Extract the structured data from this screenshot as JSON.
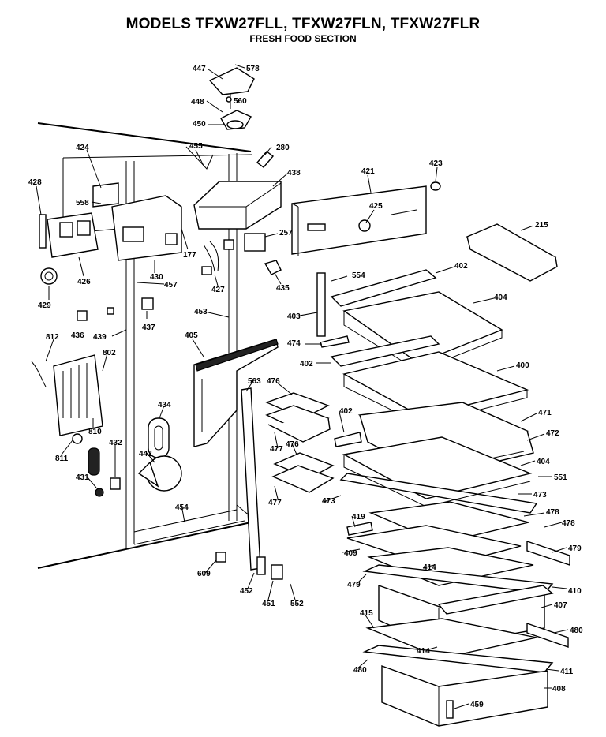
{
  "header": {
    "title": "MODELS TFXW27FLL, TFXW27FLN, TFXW27FLR",
    "subtitle": "FRESH FOOD SECTION"
  },
  "callouts": [
    {
      "id": "c447",
      "label": "447"
    },
    {
      "id": "c578",
      "label": "578"
    },
    {
      "id": "c448",
      "label": "448"
    },
    {
      "id": "c560",
      "label": "560"
    },
    {
      "id": "c450",
      "label": "450"
    },
    {
      "id": "c280",
      "label": "280"
    },
    {
      "id": "c455",
      "label": "455"
    },
    {
      "id": "c424",
      "label": "424"
    },
    {
      "id": "c438",
      "label": "438"
    },
    {
      "id": "c421",
      "label": "421"
    },
    {
      "id": "c423",
      "label": "423"
    },
    {
      "id": "c428",
      "label": "428"
    },
    {
      "id": "c558",
      "label": "558"
    },
    {
      "id": "c425",
      "label": "425"
    },
    {
      "id": "c215",
      "label": "215"
    },
    {
      "id": "c257",
      "label": "257"
    },
    {
      "id": "c177",
      "label": "177"
    },
    {
      "id": "c426",
      "label": "426"
    },
    {
      "id": "c430",
      "label": "430"
    },
    {
      "id": "c427",
      "label": "427"
    },
    {
      "id": "c402a",
      "label": "402"
    },
    {
      "id": "c554",
      "label": "554"
    },
    {
      "id": "c457",
      "label": "457"
    },
    {
      "id": "c435",
      "label": "435"
    },
    {
      "id": "c429",
      "label": "429"
    },
    {
      "id": "c404a",
      "label": "404"
    },
    {
      "id": "c403",
      "label": "403"
    },
    {
      "id": "c453",
      "label": "453"
    },
    {
      "id": "c436",
      "label": "436"
    },
    {
      "id": "c437",
      "label": "437"
    },
    {
      "id": "c439",
      "label": "439"
    },
    {
      "id": "c474",
      "label": "474"
    },
    {
      "id": "c812",
      "label": "812"
    },
    {
      "id": "c405",
      "label": "405"
    },
    {
      "id": "c402b",
      "label": "402"
    },
    {
      "id": "c400",
      "label": "400"
    },
    {
      "id": "c802",
      "label": "802"
    },
    {
      "id": "c476a",
      "label": "476"
    },
    {
      "id": "c563",
      "label": "563"
    },
    {
      "id": "c471",
      "label": "471"
    },
    {
      "id": "c434",
      "label": "434"
    },
    {
      "id": "c402c",
      "label": "402"
    },
    {
      "id": "c810",
      "label": "810"
    },
    {
      "id": "c472",
      "label": "472"
    },
    {
      "id": "c477a",
      "label": "477"
    },
    {
      "id": "c476b",
      "label": "476"
    },
    {
      "id": "c432",
      "label": "432"
    },
    {
      "id": "c811",
      "label": "811"
    },
    {
      "id": "c442",
      "label": "442"
    },
    {
      "id": "c404b",
      "label": "404"
    },
    {
      "id": "c551",
      "label": "551"
    },
    {
      "id": "c431",
      "label": "431"
    },
    {
      "id": "c477b",
      "label": "477"
    },
    {
      "id": "c473a",
      "label": "473"
    },
    {
      "id": "c473b",
      "label": "473"
    },
    {
      "id": "c454",
      "label": "454"
    },
    {
      "id": "c419",
      "label": "419"
    },
    {
      "id": "c478a",
      "label": "478"
    },
    {
      "id": "c478b",
      "label": "478"
    },
    {
      "id": "c409",
      "label": "409"
    },
    {
      "id": "c479a",
      "label": "479"
    },
    {
      "id": "c609",
      "label": "609"
    },
    {
      "id": "c414a",
      "label": "414"
    },
    {
      "id": "c479b",
      "label": "479"
    },
    {
      "id": "c452",
      "label": "452"
    },
    {
      "id": "c451",
      "label": "451"
    },
    {
      "id": "c552",
      "label": "552"
    },
    {
      "id": "c410",
      "label": "410"
    },
    {
      "id": "c407",
      "label": "407"
    },
    {
      "id": "c415",
      "label": "415"
    },
    {
      "id": "c480a",
      "label": "480"
    },
    {
      "id": "c414b",
      "label": "414"
    },
    {
      "id": "c480b",
      "label": "480"
    },
    {
      "id": "c411",
      "label": "411"
    },
    {
      "id": "c408",
      "label": "408"
    },
    {
      "id": "c459",
      "label": "459"
    }
  ]
}
